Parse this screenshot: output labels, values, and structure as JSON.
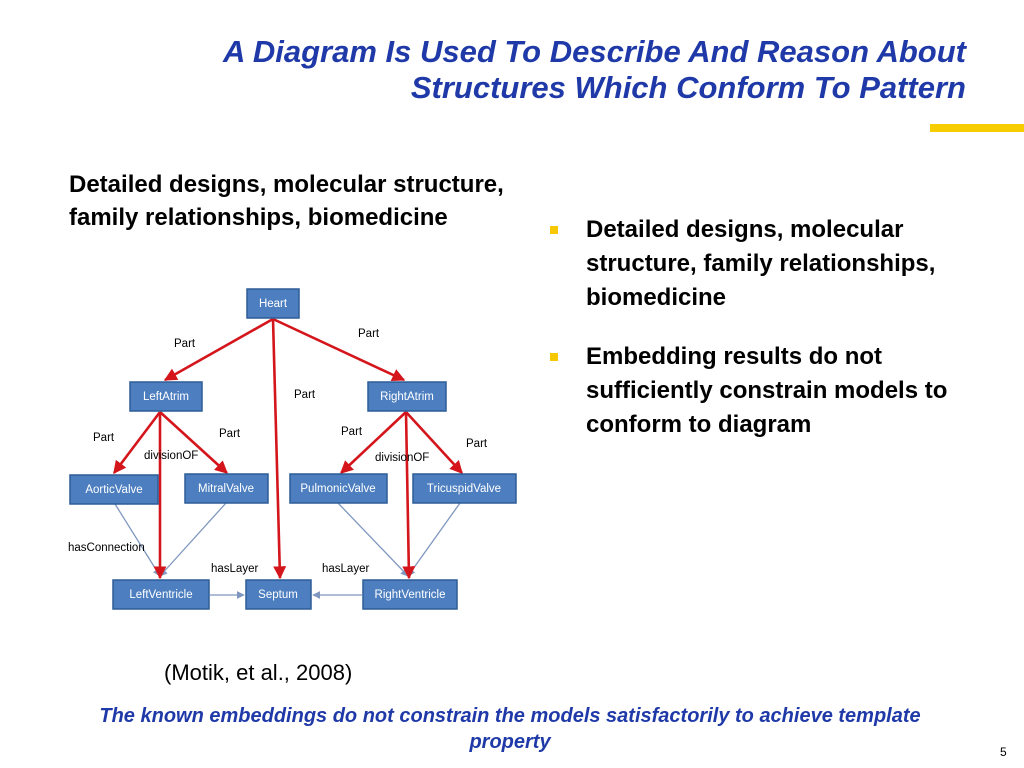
{
  "slide": {
    "title_line1": "A Diagram Is Used To Describe And Reason About",
    "title_line2": "Structures Which Conform To Pattern",
    "left_heading": "Detailed designs, molecular structure, family relationships, biomedicine",
    "bullets": [
      "Detailed designs, molecular structure, family relationships, biomedicine",
      "Embedding results do not sufficiently constrain models to conform to diagram"
    ],
    "citation": "(Motik, et al., 2008)",
    "footer": "The known embeddings do not constrain the models satisfactorily to achieve template property",
    "page_number": "5",
    "colors": {
      "title": "#1f3aa8",
      "accent_bar": "#f7cc00",
      "node_fill": "#4d7fc0",
      "part_edge": "#d4161c",
      "connection_edge": "#7f97bf"
    }
  },
  "diagram": {
    "nodes": {
      "heart": "Heart",
      "left_atrium": "LeftAtrim",
      "right_atrium": "RightAtrim",
      "aortic_valve": "AorticValve",
      "mitral_valve": "MitralValve",
      "pulmonic_valve": "PulmonicValve",
      "tricuspid_valve": "TricuspidValve",
      "left_ventricle": "LeftVentricle",
      "septum": "Septum",
      "right_ventricle": "RightVentricle"
    },
    "edge_labels": {
      "part": "Part",
      "division_of": "divisionOF",
      "has_connection": "hasConnection",
      "has_layer": "hasLayer"
    }
  }
}
